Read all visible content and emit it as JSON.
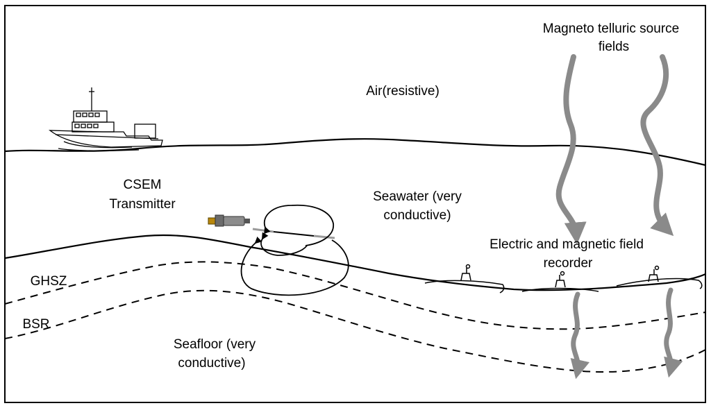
{
  "labels": {
    "air": "Air(resistive)",
    "mt_line1": "Magneto telluric source",
    "mt_line2": "fields",
    "csem_line1": "CSEM",
    "csem_line2": "Transmitter",
    "seawater_line1": "Seawater (very",
    "seawater_line2": "conductive)",
    "recorder_line1": "Electric and magnetic field",
    "recorder_line2": "recorder",
    "ghsz": "GHSZ",
    "bsr": "BSR",
    "seafloor_line1": "Seafloor (very",
    "seafloor_line2": "conductive)"
  },
  "colors": {
    "line": "#000000",
    "wave_arrow": "#8a8a8a",
    "antenna": "#9a9a9a",
    "transmitter_body": "#6b6b6b",
    "transmitter_tip": "#b8860b"
  },
  "icons": {
    "ship": "ship-icon",
    "transmitter": "transmitter-icon",
    "recorder": "recorder-icon"
  }
}
